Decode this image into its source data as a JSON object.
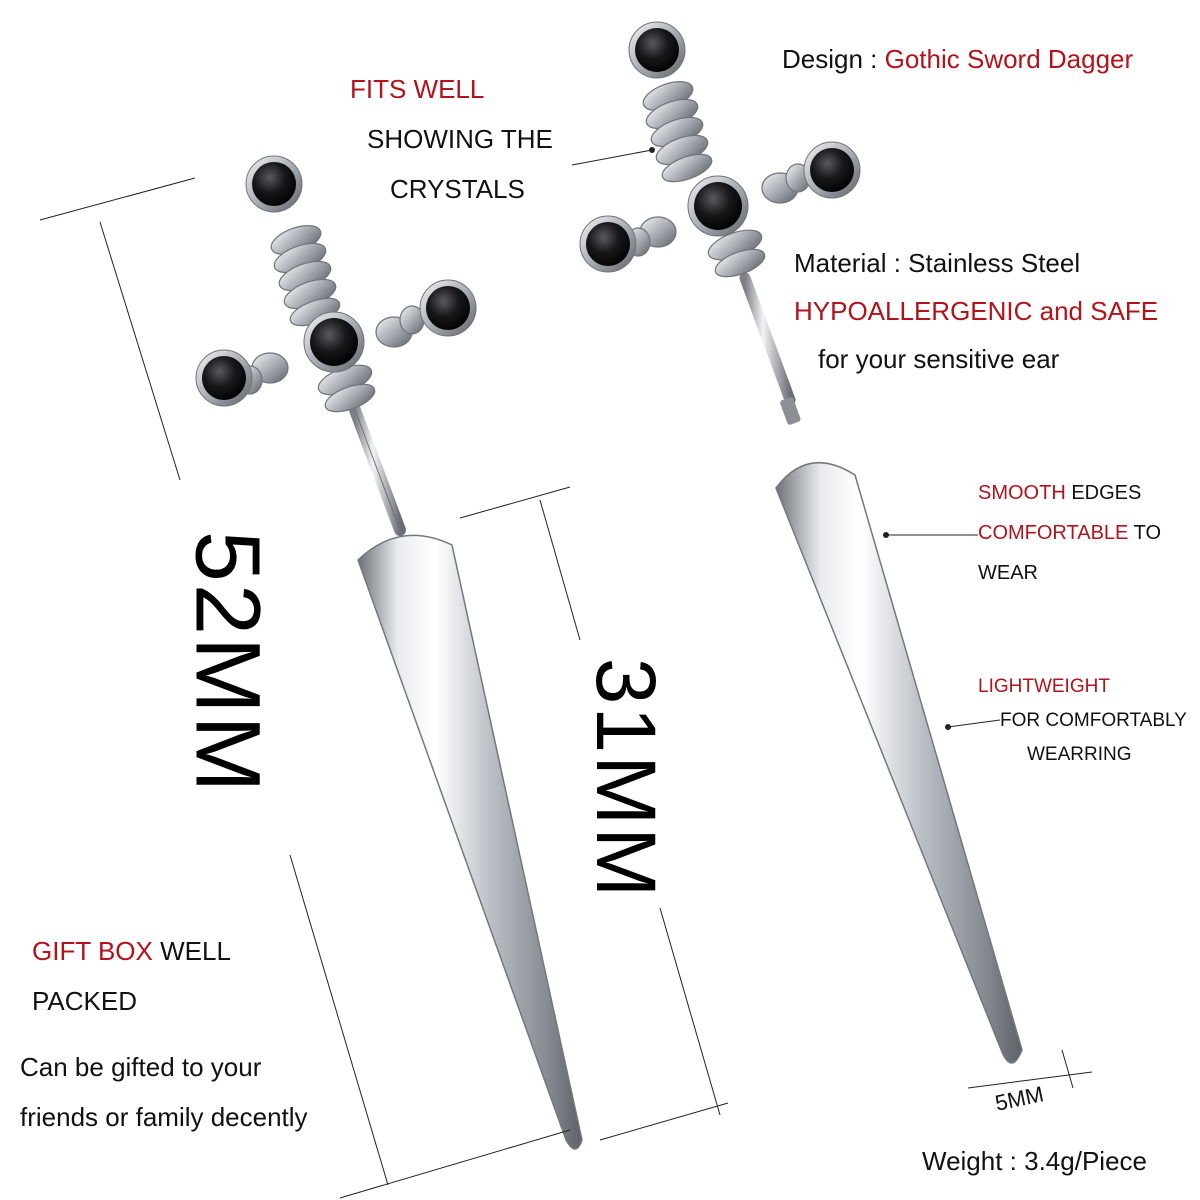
{
  "design": {
    "label": "Design : ",
    "value": "Gothic Sword Dagger",
    "accent": "#b3121b"
  },
  "fits": {
    "title": "FITS WELL",
    "line1": "SHOWING THE",
    "line2": "CRYSTALS"
  },
  "material": {
    "label": "Material : Stainless Steel",
    "hypo": "HYPOALLERGENIC and SAFE",
    "sensitive": "for your sensitive ear"
  },
  "smooth": {
    "red1": "SMOOTH",
    "rest1": " EDGES",
    "red2": "COMFORTABLE",
    "rest2": " TO",
    "line3": "WEAR"
  },
  "light": {
    "title": "LIGHTWEIGHT",
    "line1": "FOR COMFORTABLY",
    "line2": "WEARRING"
  },
  "gift": {
    "red": "GIFT BOX",
    "rest": " WELL",
    "line2": "PACKED",
    "line3": "Can be gifted to your",
    "line4": "friends or family decently"
  },
  "dimensions": {
    "total": "52MM",
    "blade": "31MM",
    "width": "5MM"
  },
  "weight": "Weight : 3.4g/Piece"
}
